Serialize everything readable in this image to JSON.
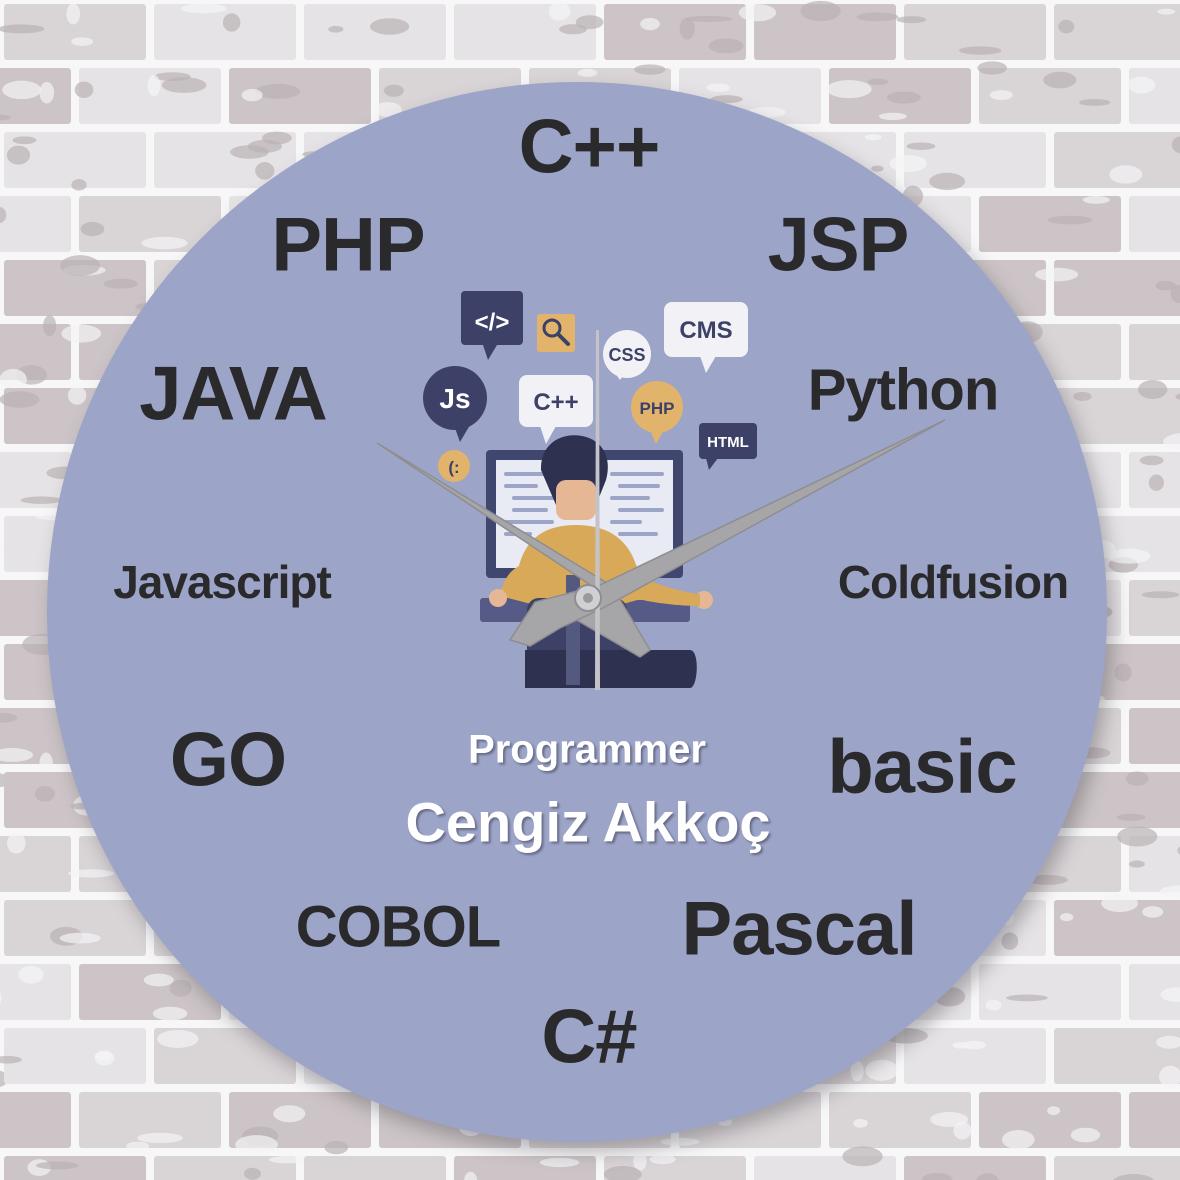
{
  "colors": {
    "wall": "#e4e2e6",
    "brick_shadow": "#b9b2b4",
    "mortar": "#f7f7f8",
    "clock_face": "#9ca4c8",
    "numeral": "#2a2a2c",
    "hand": "#a6a6a8",
    "bubble_dark": "#3d4168",
    "bubble_light": "#f2f2f6",
    "bubble_gold": "#e2b36a",
    "shirt": "#d9a95a",
    "hair": "#2e3150",
    "monitor": "#41466e"
  },
  "clock": {
    "numerals": {
      "twelve": "C++",
      "one": "JSP",
      "two": "Python",
      "three": "Coldfusion",
      "four": "basic",
      "five": "Pascal",
      "six": "C#",
      "seven": "COBOL",
      "eight": "GO",
      "nine": "Javascript",
      "ten": "JAVA",
      "eleven": "PHP"
    },
    "title": "Programmer",
    "name": "Cengiz Akkoç",
    "time": {
      "hour_hand_points_to": "ten",
      "minute_hand_points_to": "two"
    }
  },
  "illustration": {
    "bubbles": {
      "code": "</>",
      "cms": "CMS",
      "css": "CSS",
      "js": "Js",
      "cpp": "C++",
      "php": "PHP",
      "html": "HTML",
      "smiley": "(:"
    },
    "icons": [
      "magnifier-icon",
      "programmer-figure",
      "monitor-icon",
      "office-chair"
    ]
  }
}
